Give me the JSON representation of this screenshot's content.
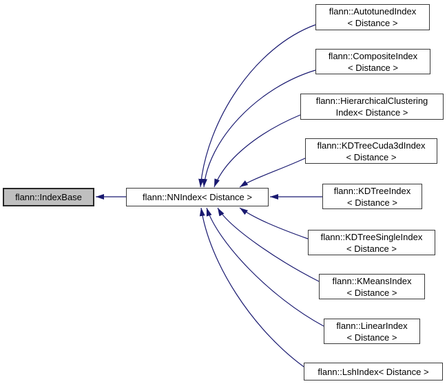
{
  "diagram": {
    "type": "class-inheritance-graph",
    "background_color": "#ffffff",
    "edge_color": "#191970",
    "node_border_color": "#383838",
    "current_node_fill": "#bfbfbf",
    "node_fill": "#ffffff",
    "base_node": {
      "label": "flann::IndexBase"
    },
    "middle_node": {
      "label": "flann::NNIndex< Distance >"
    },
    "derived_nodes": [
      {
        "lines": [
          "flann::AutotunedIndex",
          "< Distance >"
        ]
      },
      {
        "lines": [
          "flann::CompositeIndex",
          "< Distance >"
        ]
      },
      {
        "lines": [
          "flann::HierarchicalClustering",
          "Index< Distance >"
        ]
      },
      {
        "lines": [
          "flann::KDTreeCuda3dIndex",
          "< Distance >"
        ]
      },
      {
        "lines": [
          "flann::KDTreeIndex",
          "< Distance >"
        ]
      },
      {
        "lines": [
          "flann::KDTreeSingleIndex",
          "< Distance >"
        ]
      },
      {
        "lines": [
          "flann::KMeansIndex",
          "< Distance >"
        ]
      },
      {
        "lines": [
          "flann::LinearIndex",
          "< Distance >"
        ]
      },
      {
        "lines": [
          "flann::LshIndex< Distance >"
        ]
      }
    ]
  }
}
